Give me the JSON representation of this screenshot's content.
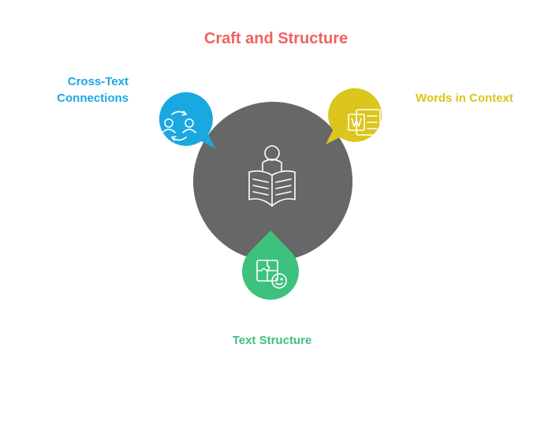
{
  "title": "Craft and Structure",
  "colors": {
    "title": "#f0625f",
    "center": "#676767",
    "cross_text": "#1aa8e0",
    "words_in_context": "#dcc51c",
    "text_structure": "#3dc27e",
    "icon_stroke": "#ffffff"
  },
  "center": {
    "icon": "reading-person-icon"
  },
  "nodes": {
    "cross_text": {
      "line1": "Cross-Text",
      "line2": "Connections",
      "icon": "exchange-people-icon"
    },
    "words_in_context": {
      "label": "Words in Context",
      "icon": "word-document-icon"
    },
    "text_structure": {
      "label": "Text Structure",
      "icon": "puzzle-settings-icon"
    }
  }
}
